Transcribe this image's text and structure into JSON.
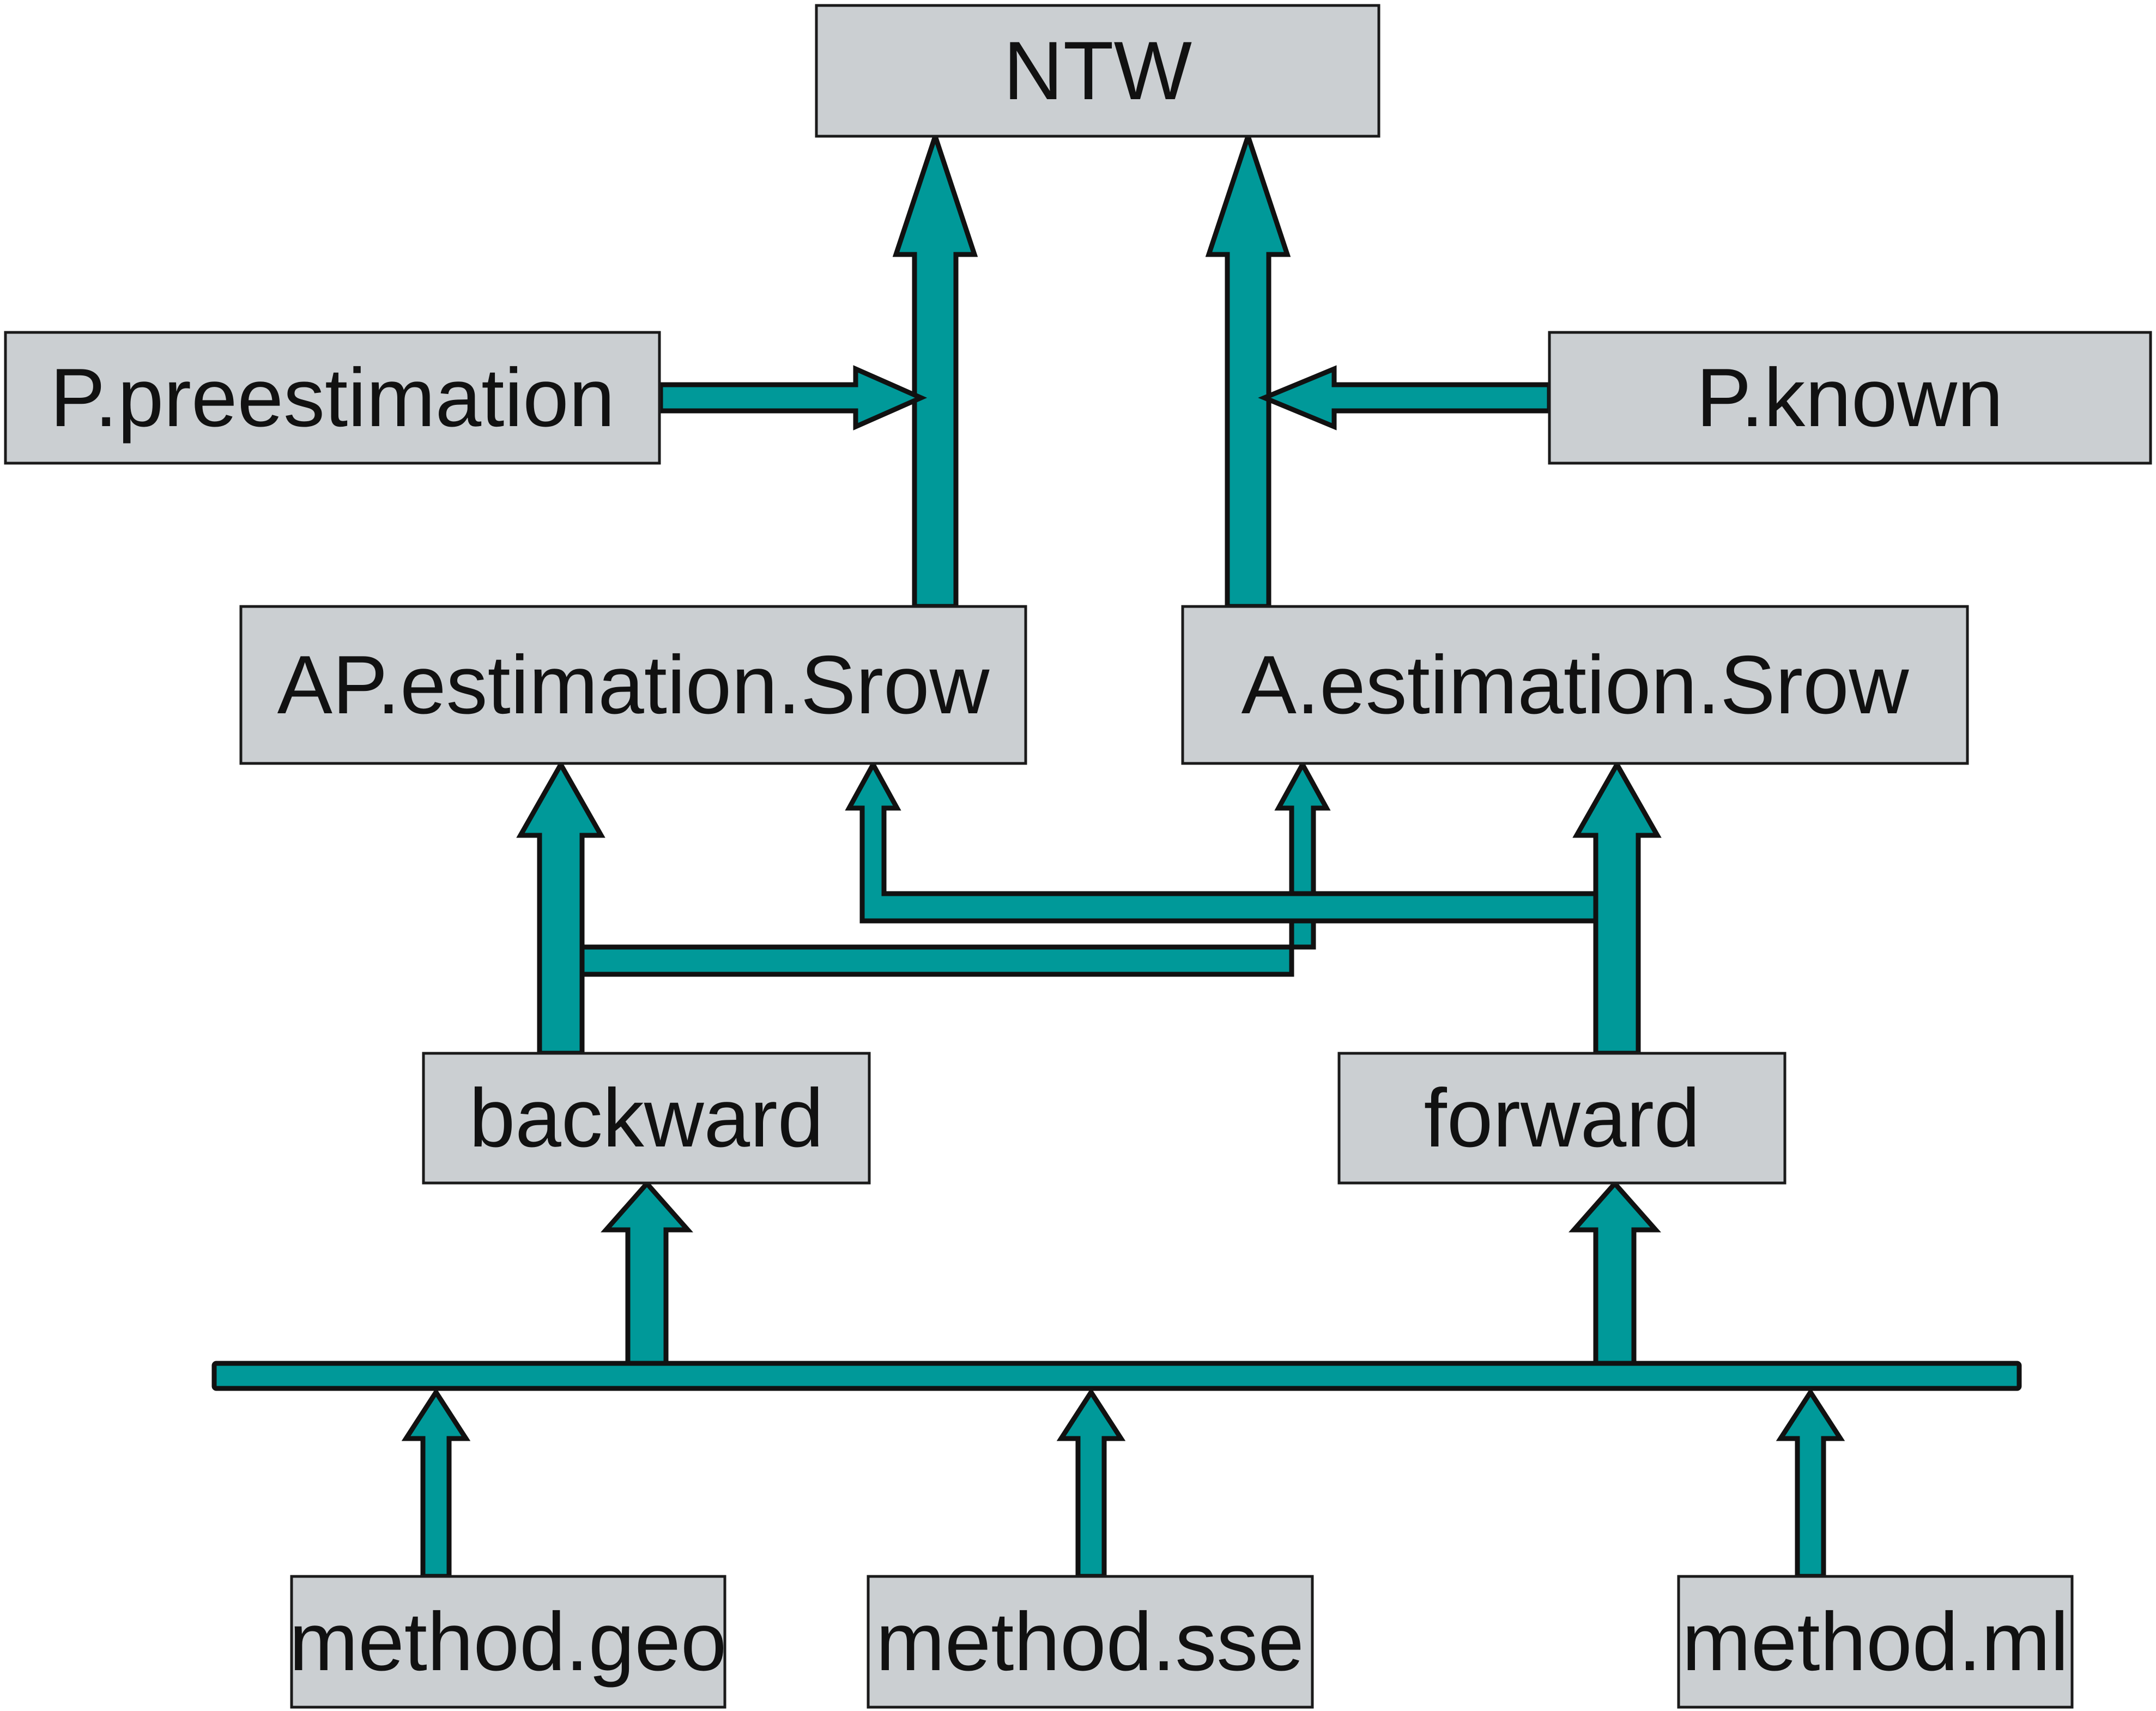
{
  "colors": {
    "box_fill": "#cbcfd2",
    "box_border": "#1a1a1a",
    "arrow_fill": "#009999",
    "arrow_outline": "#111111",
    "text": "#111111",
    "background": "#ffffff"
  },
  "nodes": {
    "ntw": "NTW",
    "p_preestimation": "P.preestimation",
    "p_known": "P.known",
    "ap_estimation_srow": "AP.estimation.Srow",
    "a_estimation_srow": "A.estimation.Srow",
    "backward": "backward",
    "forward": "forward",
    "method_geo": "method.geo",
    "method_sse": "method.sse",
    "method_ml": "method.ml"
  },
  "edges": [
    {
      "from": "method_geo",
      "to": "bus"
    },
    {
      "from": "method_sse",
      "to": "bus"
    },
    {
      "from": "method_ml",
      "to": "bus"
    },
    {
      "from": "bus",
      "to": "backward"
    },
    {
      "from": "bus",
      "to": "forward"
    },
    {
      "from": "backward",
      "to": "ap_estimation_srow"
    },
    {
      "from": "backward",
      "to": "a_estimation_srow"
    },
    {
      "from": "forward",
      "to": "a_estimation_srow"
    },
    {
      "from": "forward",
      "to": "ap_estimation_srow"
    },
    {
      "from": "ap_estimation_srow",
      "to": "ntw"
    },
    {
      "from": "a_estimation_srow",
      "to": "ntw"
    },
    {
      "from": "p_preestimation",
      "to": "ap_estimation_srow -> ntw"
    },
    {
      "from": "p_known",
      "to": "a_estimation_srow -> ntw"
    }
  ]
}
